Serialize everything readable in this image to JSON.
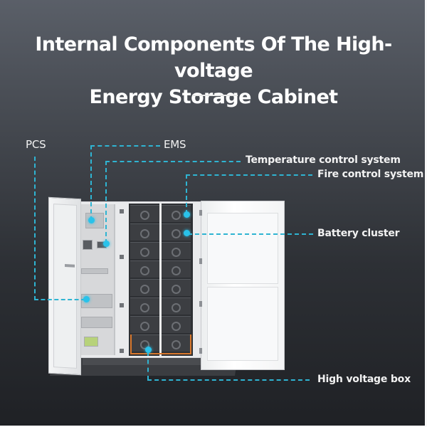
{
  "title": {
    "line1": "Internal Components Of The High-voltage",
    "line2": "Energy Storage Cabinet"
  },
  "labels": {
    "pcs": "PCS",
    "ems": "EMS",
    "temperature": "Temperature control system",
    "fire": "Fire control system",
    "battery": "Battery cluster",
    "hv_box": "High voltage box"
  },
  "colors": {
    "accent_line": "#2fb4d2",
    "dot": "#29c2ea",
    "bg_top": "#5a5f68",
    "bg_bottom": "#1f2125",
    "hv_box_frame": "#d7772c"
  },
  "battery_cluster": {
    "columns": 2,
    "modules_per_column": 8
  }
}
